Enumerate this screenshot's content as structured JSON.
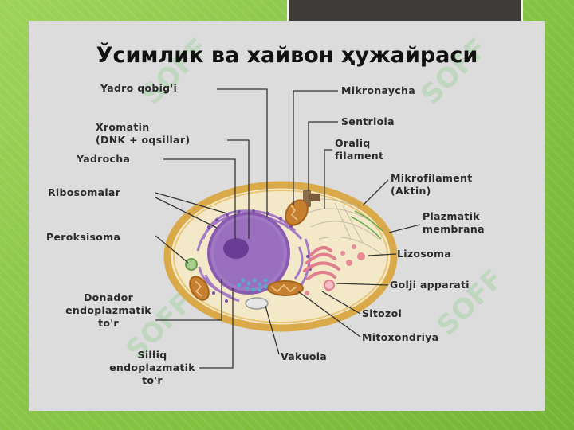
{
  "title": "Ўсимлик ва хайвон ҳужайраси",
  "watermark": "SOFF",
  "labels": {
    "yadro_qobigi": "Yadro qobig'i",
    "xromatin": "Xromatin\n(DNK + oqsillar)",
    "yadrocha": "Yadrocha",
    "ribosomalar": "Ribosomalar",
    "peroksisoma": "Peroksisoma",
    "donador": "Donador\nendoplazmatik\nto'r",
    "silliq": "Silliq\nendoplazmatik\nto'r",
    "vakuola": "Vakuola",
    "mikronaycha": "Mikronaycha",
    "sentriola": "Sentriola",
    "oraliq": "Oraliq\nfilament",
    "mikrofilament": "Mikrofilament\n(Aktin)",
    "plazmatik": "Plazmatik\nmembrana",
    "lizosoma": "Lizosoma",
    "golji": "Golji apparati",
    "sitozol": "Sitozol",
    "mitoxondriya": "Mitoxondriya"
  },
  "colors": {
    "background_green": "#86c443",
    "slide_gray": "#dcdcdc",
    "cell_membrane": "#d9a94a",
    "cytoplasm": "#f3e9c8",
    "nucleus_envelope": "#8a5ab0",
    "nucleolus": "#6a3d95",
    "mitochondria": "#c7802f",
    "golgi": "#e27f8f",
    "ribosome_blue": "#5aa9c9"
  }
}
